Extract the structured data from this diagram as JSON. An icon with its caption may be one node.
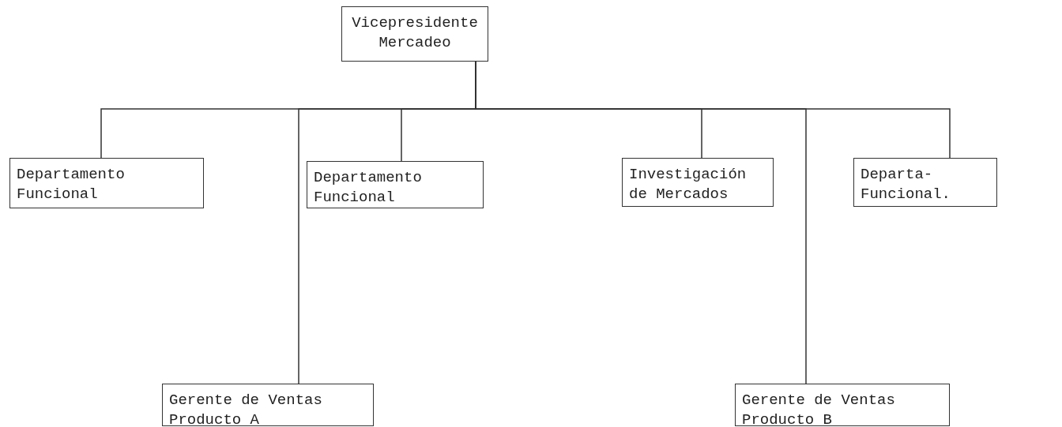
{
  "diagram": {
    "nodes": [
      {
        "text": [
          "Vicepresidente Mercadeo"
        ]
      },
      {
        "text": [
          "Departamento Funcional"
        ]
      },
      {
        "text": [
          "Departamento Funcional"
        ]
      },
      {
        "text": [
          "Investigación de Mercados"
        ]
      },
      {
        "text": [
          "Departa- Funcional."
        ]
      },
      {
        "text": [
          "Gerente de Ventas Producto A"
        ]
      },
      {
        "text": [
          "Gerente de Ventas Producto B"
        ]
      }
    ],
    "edges": [
      {
        "from": 0,
        "to": 1,
        "arrow": "none"
      },
      {
        "from": 0,
        "to": 5,
        "arrow": "none"
      },
      {
        "from": 0,
        "to": 2,
        "arrow": "none"
      },
      {
        "from": 0,
        "to": 3,
        "arrow": "none"
      },
      {
        "from": 0,
        "to": 6,
        "arrow": "none"
      },
      {
        "from": 0,
        "to": 4,
        "arrow": "none"
      }
    ]
  }
}
